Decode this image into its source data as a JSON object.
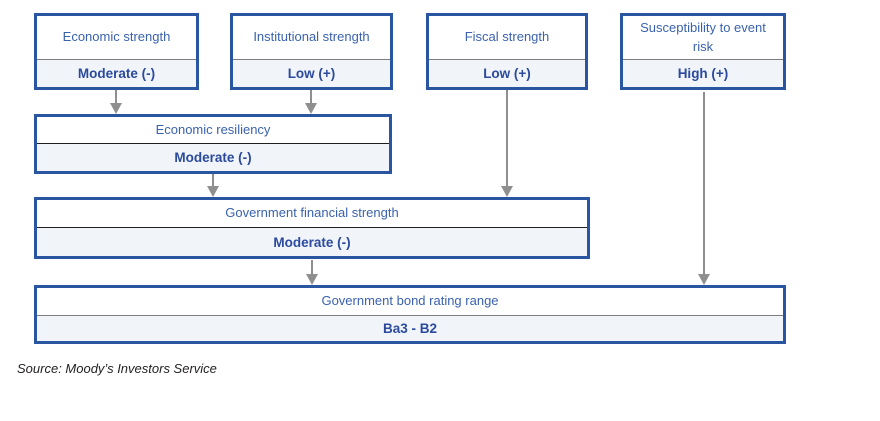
{
  "colors": {
    "box_border": "#2a55a0",
    "header_text": "#3a62ae",
    "value_text": "#2b4a9e",
    "value_background": "#f1f5fa",
    "arrow": "#8f8f8f",
    "source_text": "#231f20"
  },
  "factors": [
    {
      "title": "Economic strength",
      "value": "Moderate (-)"
    },
    {
      "title": "Institutional strength",
      "value": "Low (+)"
    },
    {
      "title": "Fiscal strength",
      "value": "Low (+)"
    },
    {
      "title": "Susceptibility to event risk",
      "value": "High (+)"
    }
  ],
  "economic_resiliency": {
    "title": "Economic resiliency",
    "value": "Moderate (-)"
  },
  "government_financial_strength": {
    "title": "Government financial strength",
    "value": "Moderate (-)"
  },
  "government_bond_rating_range": {
    "title": "Government bond rating range",
    "value": "Ba3 - B2"
  },
  "source": "Source: Moody’s Investors Service"
}
